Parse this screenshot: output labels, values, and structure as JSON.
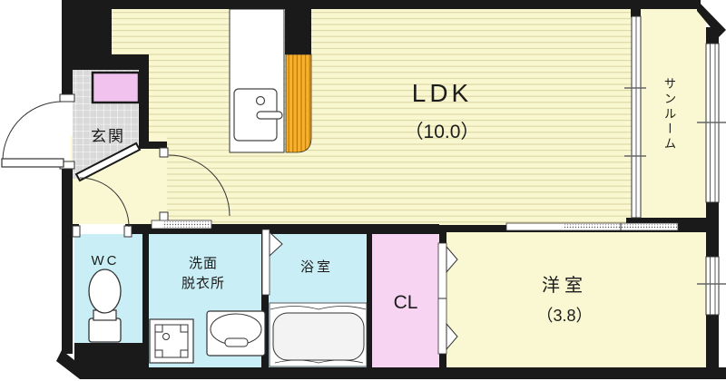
{
  "rooms": {
    "ldk": {
      "label": "LDK",
      "size": "（10.0）"
    },
    "sunroom": {
      "label": "サンルーム"
    },
    "genkan": {
      "label": "玄関"
    },
    "wc": {
      "label": "WC"
    },
    "washroom": {
      "line1": "洗面",
      "line2": "脱衣所"
    },
    "bathroom": {
      "label": "浴室"
    },
    "closet": {
      "label": "CL"
    },
    "bedroom": {
      "label": "洋室",
      "size": "（3.8）"
    }
  },
  "colors": {
    "wall": "#1a1a1a",
    "room_yellow": "#faf8d2",
    "ldk_floor": "#f9f7cf",
    "ldk_stripe": "#d9d3a0",
    "wet_blue": "#c9eef5",
    "closet_pink": "#f6d4f2",
    "shoe_cabinet_pink": "#f1c2ee",
    "genkan_tile": "#d9d9d9",
    "kitchen_orange": "#f7b12f",
    "fixture_outline": "#333333"
  }
}
